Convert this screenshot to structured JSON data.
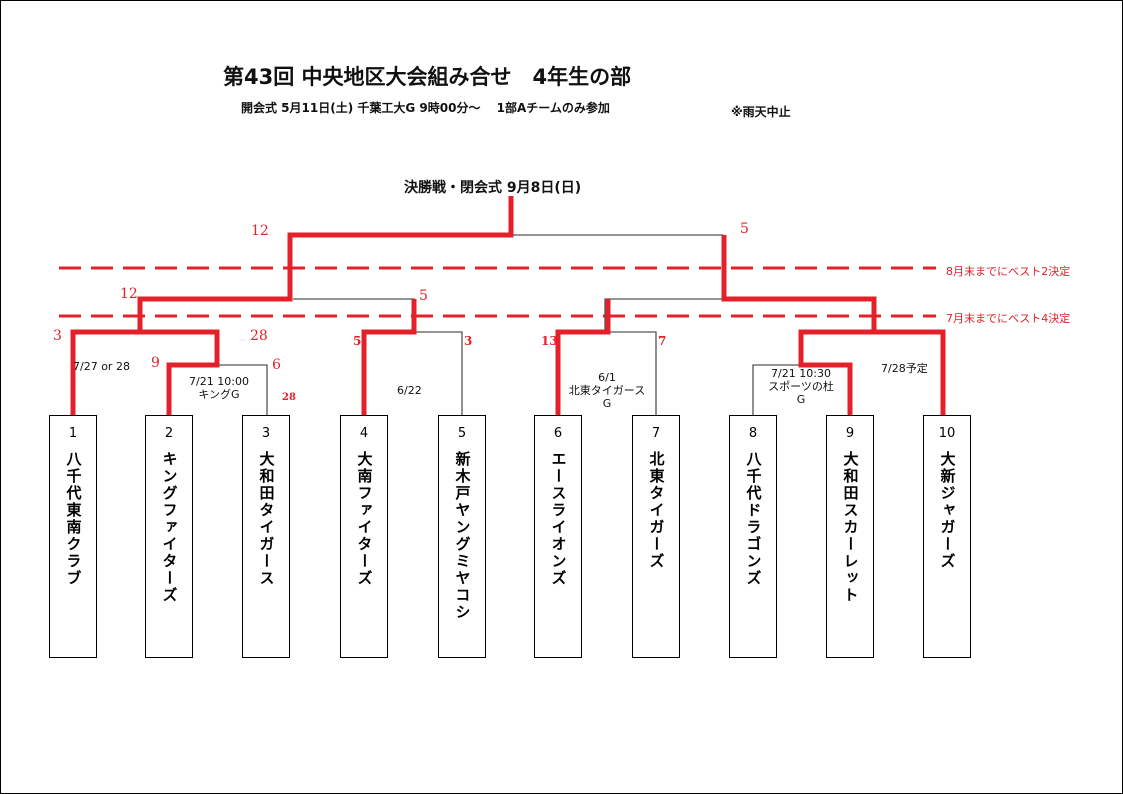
{
  "title": "第43回 中央地区大会組み合せ　4年生の部",
  "subtitle": "開会式 5月11日(土)  千葉工大G 9時00分～　 1部Aチームのみ参加",
  "rain_note": "※雨天中止",
  "final_label": "決勝戦・閉会式  9月8日(日)",
  "deadline_labels": [
    "8月末までにベスト2決定",
    "7月末までにベスト4決定"
  ],
  "match_notes": [
    {
      "text": "7/27 or 28"
    },
    {
      "text": "7/21 10:00\nキングG"
    },
    {
      "text": "6/22"
    },
    {
      "text": "6/1\n北東タイガース\nG"
    },
    {
      "text": "7/21 10:30\nスポーツの杜\nG"
    },
    {
      "text": "7/28予定"
    }
  ],
  "scores": [
    "12",
    "5",
    "12",
    "5",
    "3",
    "28",
    "9",
    "6",
    "28",
    "5",
    "3",
    "13",
    "7"
  ],
  "teams": [
    {
      "num": "1",
      "name": "八千代東南クラブ"
    },
    {
      "num": "2",
      "name": "キングファイターズ"
    },
    {
      "num": "3",
      "name": "大和田タイガース"
    },
    {
      "num": "4",
      "name": "大南ファイターズ"
    },
    {
      "num": "5",
      "name": "新木戸ヤングミヤコシ"
    },
    {
      "num": "6",
      "name": "エースライオンズ"
    },
    {
      "num": "7",
      "name": "北東タイガーズ"
    },
    {
      "num": "8",
      "name": "八千代ドラゴンズ"
    },
    {
      "num": "9",
      "name": "大和田スカーレット"
    },
    {
      "num": "10",
      "name": "大新ジャガーズ"
    }
  ],
  "colors": {
    "winner_line": "#e4202a",
    "bracket_line": "#555555",
    "deadline_line": "#e4202a"
  }
}
